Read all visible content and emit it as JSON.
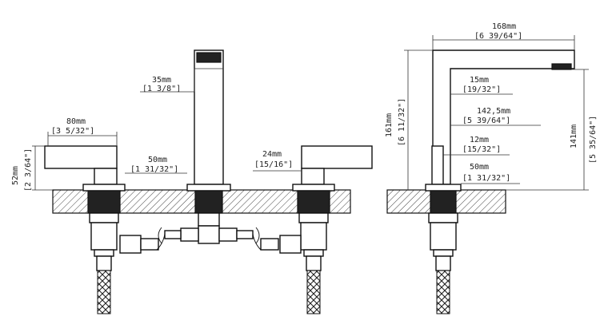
{
  "front_view": {
    "dim_spout_width": {
      "mm": "35mm",
      "inch": "[1 3/8\"]"
    },
    "dim_handle_length": {
      "mm": "80mm",
      "inch": "[3 5/32\"]"
    },
    "dim_handle_height": {
      "mm": "52mm",
      "inch": "[2 3/64\"]"
    },
    "dim_base_diameter": {
      "mm": "50mm",
      "inch": "[1 31/32\"]"
    },
    "dim_handle_width": {
      "mm": "24mm",
      "inch": "[15/16\"]"
    }
  },
  "side_view": {
    "dim_spout_reach": {
      "mm": "168mm",
      "inch": "[6 39/64\"]"
    },
    "dim_total_height": {
      "mm": "161mm",
      "inch": "[6 11/32\"]"
    },
    "dim_spout_height": {
      "mm": "141mm",
      "inch": "[5 35/64\"]"
    },
    "dim_spout_thickness": {
      "mm": "15mm",
      "inch": "[19/32\"]"
    },
    "dim_spout_offset": {
      "mm": "142,5mm",
      "inch": "[5 39/64\"]"
    },
    "dim_stem_width": {
      "mm": "12mm",
      "inch": "[15/32\"]"
    },
    "dim_base_diameter": {
      "mm": "50mm",
      "inch": "[1 31/32\"]"
    }
  }
}
